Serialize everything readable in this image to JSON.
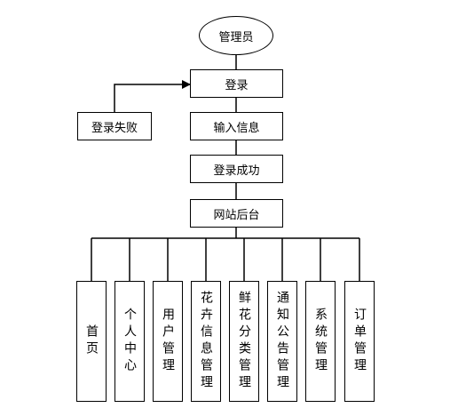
{
  "start": "管理员",
  "login": "登录",
  "input_info": "输入信息",
  "login_failed": "登录失败",
  "login_success": "登录成功",
  "backend": "网站后台",
  "modules": [
    "首页",
    "个人中心",
    "用户管理",
    "花卉信息管理",
    "鲜花分类管理",
    "通知公告管理",
    "系统管理",
    "订单管理"
  ]
}
